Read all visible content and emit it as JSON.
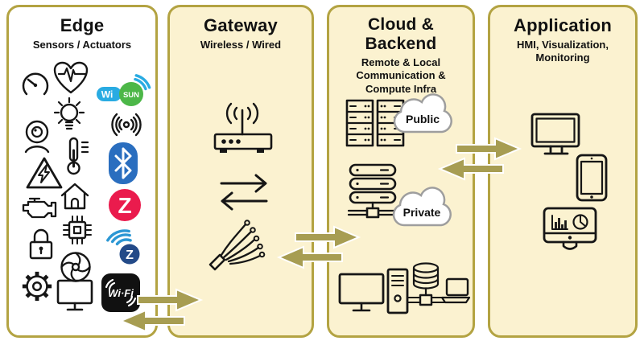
{
  "diagram": {
    "columns": [
      {
        "title": "Edge",
        "subtitle": "Sensors / Actuators"
      },
      {
        "title": "Gateway",
        "subtitle": "Wireless / Wired"
      },
      {
        "title": "Cloud & Backend",
        "subtitle": "Remote & Local Communication & Compute Infra"
      },
      {
        "title": "Application",
        "subtitle": "HMI, Visualization, Monitoring"
      }
    ],
    "clouds": {
      "public": "Public",
      "private": "Private"
    },
    "logos": {
      "wisun_wi": "Wi",
      "wisun_sun": "SUN",
      "zigbee_letter": "Z",
      "zwave_letter": "Z",
      "wifi_text": "Wi·Fi"
    },
    "links": [
      {
        "between": "edge-gateway",
        "directions": [
          "right",
          "left"
        ]
      },
      {
        "between": "gateway-cloud",
        "directions": [
          "right",
          "left"
        ]
      },
      {
        "between": "cloud-application",
        "directions": [
          "right",
          "left"
        ]
      }
    ],
    "colors": {
      "panel_fill": "#FBF2D0",
      "panel_border": "#B3A342",
      "arrow": "#A79D52",
      "ink": "#161616",
      "wisun_blue": "#29ABE2",
      "wisun_green": "#4CB748",
      "bluetooth_blue": "#2A6EBF",
      "zigbee_red": "#EA1B4D",
      "zwave_blue": "#2C97D4",
      "zwave_navy": "#234A88",
      "wifi_black": "#111111",
      "cloud_stroke": "#9E9E9E"
    }
  }
}
